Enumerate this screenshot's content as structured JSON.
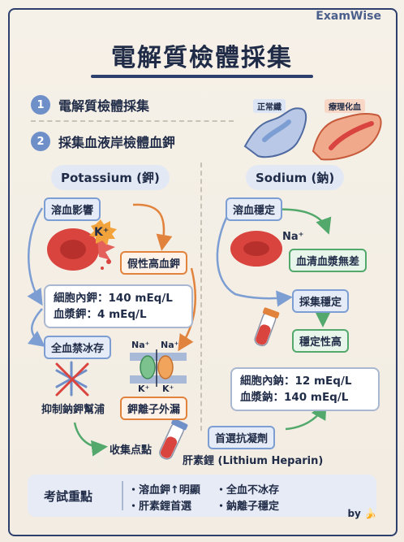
{
  "brand": "ExamWise",
  "title": "電解質檢體採集",
  "steps": [
    {
      "num": "1",
      "text": "電解質檢體採集"
    },
    {
      "num": "2",
      "text": "採集血液岸檢體血鉀"
    }
  ],
  "illustration_tags": {
    "normal": "正常纖",
    "hemolyzed": "療理化血"
  },
  "potassium": {
    "header": "Potassium (鉀)",
    "hemolysis": "溶血影響",
    "k_symbol": "K⁺",
    "pseudo": "假性高血鉀",
    "intracellular": "細胞內鉀：140 mEq/L",
    "plasma": "血漿鉀：4 mEq/L",
    "no_ice": "全血禁冰存",
    "pump": "抑制鈉鉀幫浦",
    "leak": "鉀離子外漏",
    "na_labels": [
      "Na⁺",
      "Na⁺"
    ],
    "k_labels": [
      "K⁺",
      "K⁺"
    ],
    "collect": "收集点點"
  },
  "sodium": {
    "header": "Sodium (鈉)",
    "hemolysis": "溶血穩定",
    "na_symbol": "Na⁺",
    "no_diff": "血清血漿無差",
    "stable_collect": "採集穩定",
    "high_stability": "穩定性高",
    "intracellular": "細胞內鈉：12 mEq/L",
    "plasma": "血漿鈉：140 mEq/L",
    "anticoagulant": "首選抗凝劑",
    "heparin": "肝素鋰 (Lithium Heparin)"
  },
  "exam": {
    "label": "考試重點",
    "items": [
      "・溶血鉀↑明顯",
      "・全血不冰存",
      "・肝素鋰首選",
      "・鈉離子穩定"
    ]
  },
  "footer": {
    "by": "by 🍌"
  },
  "colors": {
    "navy": "#2d3f6d",
    "blue": "#7c9ed3",
    "orange": "#e1833d",
    "green": "#53a86c",
    "red": "#d9443f"
  }
}
